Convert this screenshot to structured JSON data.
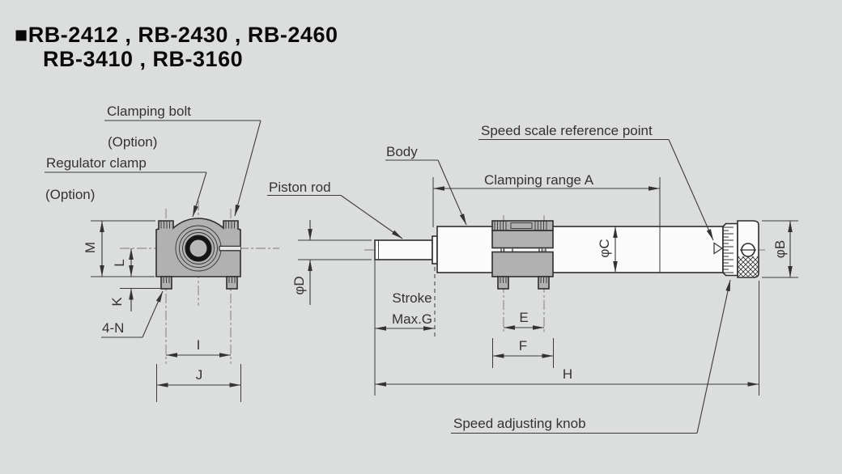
{
  "title": {
    "line1": "■RB-2412 , RB-2430 , RB-2460",
    "line2": "RB-3410 , RB-3160"
  },
  "labels": {
    "clamping_bolt": "Clamping bolt",
    "clamping_bolt_option": "(Option)",
    "regulator_clamp": "Regulator clamp",
    "regulator_clamp_option": "(Option)",
    "piston_rod": "Piston rod",
    "body": "Body",
    "speed_scale_reference_point": "Speed scale reference point",
    "clamping_range": "Clamping range A",
    "speed_adjusting_knob": "Speed adjusting knob",
    "stroke": "Stroke",
    "max_g": "Max.G"
  },
  "dimensions": {
    "front_view": {
      "M": "M",
      "L": "L",
      "K": "K",
      "bolt_spec": "4-N",
      "I": "I",
      "J": "J"
    },
    "side_view": {
      "phi_d": "φD",
      "phi_c": "φC",
      "phi_b": "φB",
      "E": "E",
      "F": "F",
      "H": "H"
    }
  },
  "colors": {
    "background": "#dcdddd",
    "line": "#333333",
    "clamp_fill": "#b1b1b1",
    "body_fill": "#fbfbfb",
    "centerline": "#8f8f8f"
  }
}
